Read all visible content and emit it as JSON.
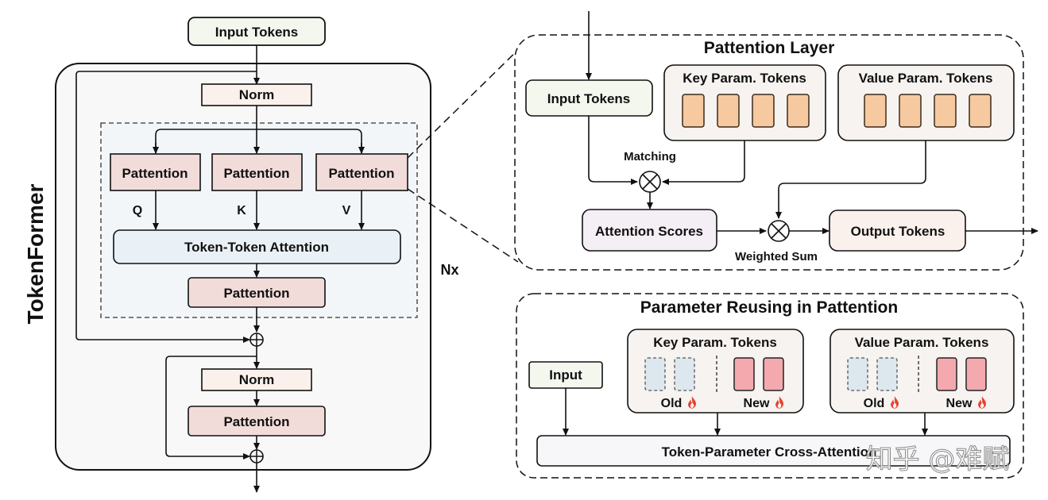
{
  "left": {
    "input_tokens": "Input Tokens",
    "norm1": "Norm",
    "pattention_q": "Pattention",
    "pattention_k": "Pattention",
    "pattention_v": "Pattention",
    "q_label": "Q",
    "k_label": "K",
    "v_label": "V",
    "attention": "Token-Token Attention",
    "pattention_out": "Pattention",
    "norm2": "Norm",
    "pattention_ffn": "Pattention",
    "model_title": "TokenFormer",
    "repeat_label": "Nx",
    "plus_symbol": "⊕"
  },
  "pattention_layer": {
    "title": "Pattention Layer",
    "input_tokens": "Input Tokens",
    "key_tokens": "Key Param. Tokens",
    "value_tokens": "Value Param. Tokens",
    "matching": "Matching",
    "attention_scores": "Attention Scores",
    "weighted_sum": "Weighted Sum",
    "output_tokens": "Output Tokens",
    "times_symbol": "⊗"
  },
  "reuse": {
    "title": "Parameter Reusing in Pattention",
    "input": "Input",
    "key_tokens": "Key Param. Tokens",
    "value_tokens": "Value Param. Tokens",
    "old": "Old",
    "new": "New",
    "cross_attention": "Token-Parameter Cross-Attention",
    "fire_icon": "fire-icon"
  },
  "watermark": "知乎 @难赋",
  "colors": {
    "input_fill": "#f3f7ee",
    "norm_fill": "#fbf1ec",
    "pattention_fill": "#f1dcda",
    "attention_fill": "#e9f1f6",
    "key_token_fill": "#f6c9a0",
    "key_token_stroke": "#c98a52",
    "old_token_fill": "#dce8ee",
    "new_token_fill": "#f4a9ae",
    "new_token_stroke": "#c65b64",
    "fire": "#e8412c"
  }
}
